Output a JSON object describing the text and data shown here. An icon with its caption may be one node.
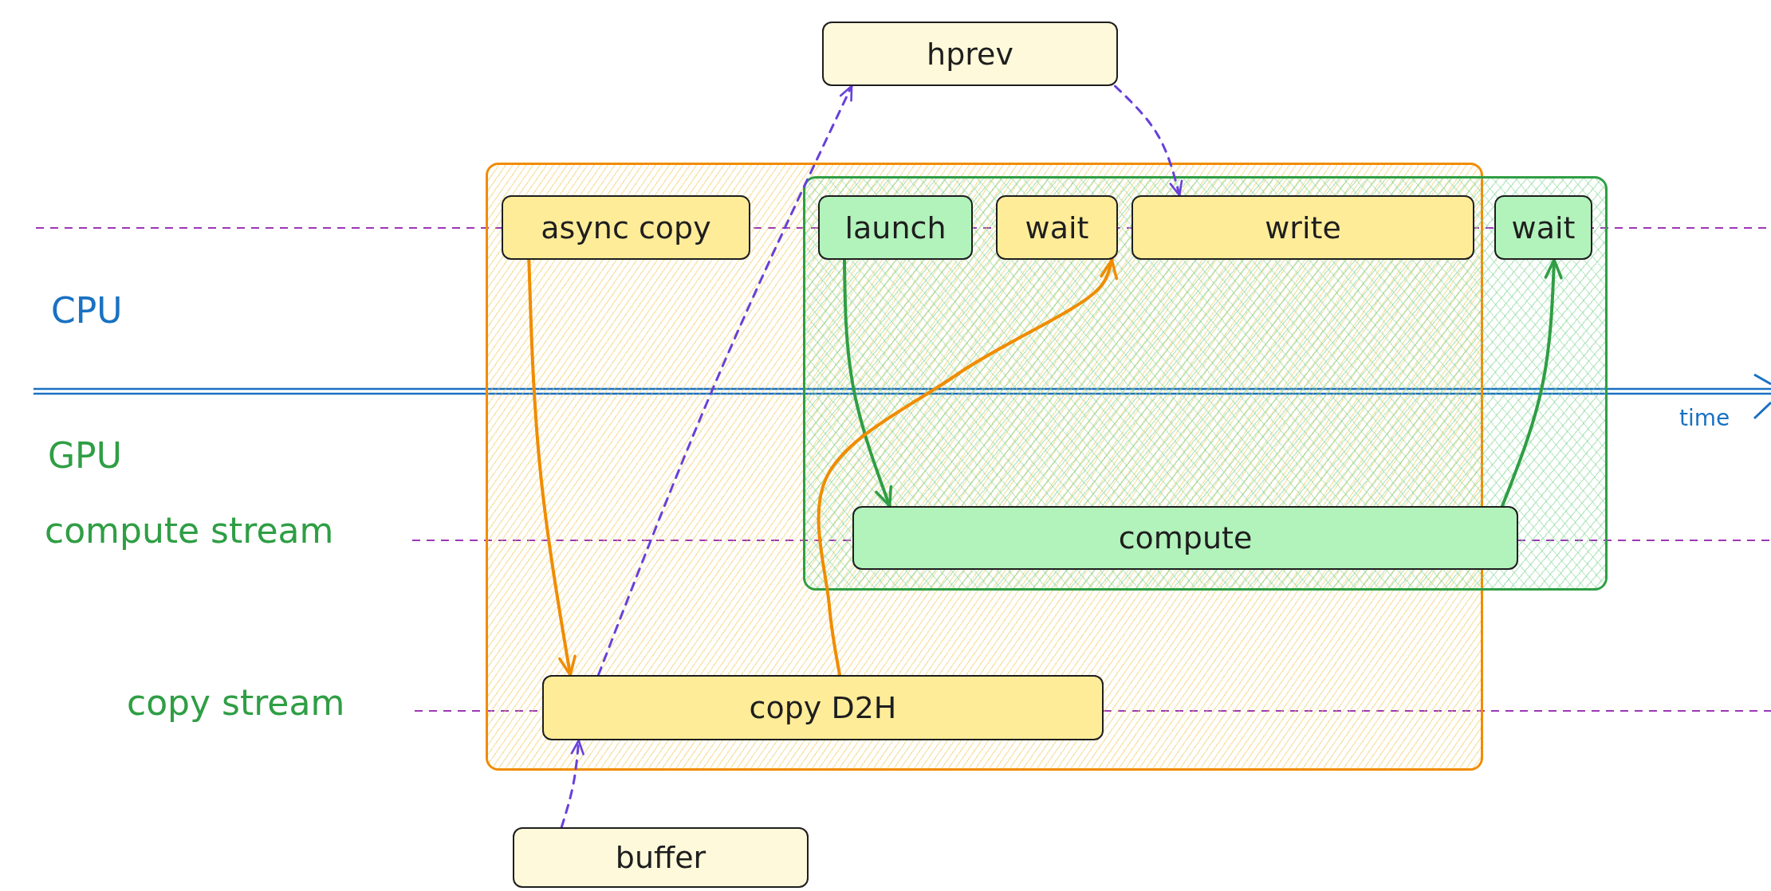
{
  "diagram": {
    "nodes": [
      {
        "text": [],
        "shape": "box"
      },
      {
        "text": [],
        "shape": "box"
      },
      {
        "text": [
          "hprev"
        ]
      },
      {
        "text": [
          "async copy"
        ],
        "in": 0
      },
      {
        "text": [
          "launch"
        ],
        "in": 1
      },
      {
        "text": [
          "wait"
        ],
        "in": 1
      },
      {
        "text": [
          "write"
        ],
        "in": 1
      },
      {
        "text": [
          "wait"
        ],
        "in": 1
      },
      {
        "text": [
          "compute"
        ],
        "in": 1
      },
      {
        "text": [
          "copy D2H"
        ],
        "in": 0
      },
      {
        "text": [
          "buffer"
        ]
      }
    ],
    "edges": [
      {
        "from": 3,
        "to": 9,
        "arrow": "to",
        "color": "#f08c00"
      },
      {
        "from": 4,
        "to": 8,
        "arrow": "to",
        "color": "#2f9e44"
      },
      {
        "from": 8,
        "to": 7,
        "arrow": "to",
        "color": "#2f9e44"
      },
      {
        "from": 9,
        "to": 5,
        "arrow": "to",
        "color": "#f08c00"
      },
      {
        "from": 9,
        "to": 2,
        "arrow": "to",
        "style": "dashed",
        "color": "#6741d9"
      },
      {
        "from": 2,
        "to": 6,
        "arrow": "to",
        "style": "dashed",
        "color": "#6741d9"
      },
      {
        "from": 10,
        "to": 9,
        "arrow": "to",
        "style": "dashed",
        "color": "#6741d9"
      }
    ],
    "labels": [
      "CPU",
      "GPU",
      "compute stream",
      "copy stream",
      "time"
    ]
  }
}
